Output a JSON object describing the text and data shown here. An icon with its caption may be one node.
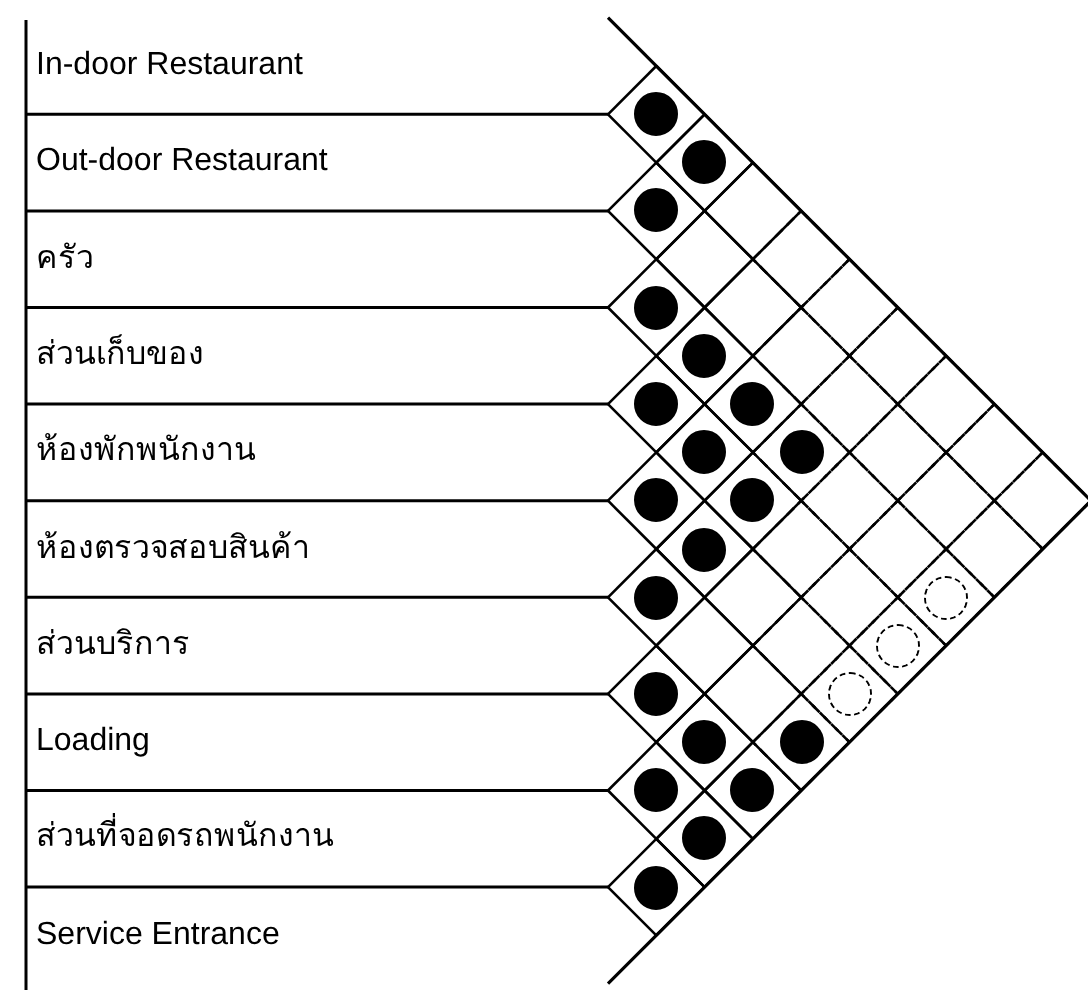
{
  "diagram": {
    "nodes": [
      {
        "text": [
          "In-door Restaurant"
        ]
      },
      {
        "text": [
          "Out-door Restaurant"
        ]
      },
      {
        "text": [
          "ครัว"
        ]
      },
      {
        "text": [
          "ส่วนเก็บของ"
        ]
      },
      {
        "text": [
          "ห้องพักพนักงาน"
        ]
      },
      {
        "text": [
          "ห้องตรวจสอบสินค้า"
        ]
      },
      {
        "text": [
          "ส่วนบริการ"
        ]
      },
      {
        "text": [
          "Loading"
        ]
      },
      {
        "text": [
          "ส่วนที่จอดรถพนักงาน"
        ]
      },
      {
        "text": [
          "Service Entrance"
        ]
      },
      {
        "text": [],
        "shape": "dot"
      },
      {
        "text": [],
        "shape": "dot"
      },
      {
        "text": [],
        "shape": "dot"
      },
      {
        "text": [],
        "shape": "dot"
      },
      {
        "text": [],
        "shape": "dot"
      },
      {
        "text": [],
        "shape": "dot"
      },
      {
        "text": [],
        "shape": "dot"
      },
      {
        "text": [],
        "shape": "dot"
      },
      {
        "text": [],
        "shape": "dot"
      },
      {
        "text": [],
        "shape": "dot"
      },
      {
        "text": [],
        "shape": "dot"
      },
      {
        "text": [],
        "shape": "dot"
      },
      {
        "text": [],
        "shape": "dot"
      },
      {
        "text": [],
        "shape": "circle"
      },
      {
        "text": [],
        "shape": "circle"
      },
      {
        "text": [],
        "shape": "dot"
      },
      {
        "text": [],
        "shape": "circle"
      },
      {
        "text": [],
        "shape": "dot"
      },
      {
        "text": [],
        "shape": "dot"
      },
      {
        "text": [],
        "shape": "dot"
      },
      {
        "text": [],
        "shape": "dot"
      },
      {
        "text": [],
        "shape": "dot"
      },
      {
        "text": [],
        "shape": "dot"
      }
    ]
  }
}
